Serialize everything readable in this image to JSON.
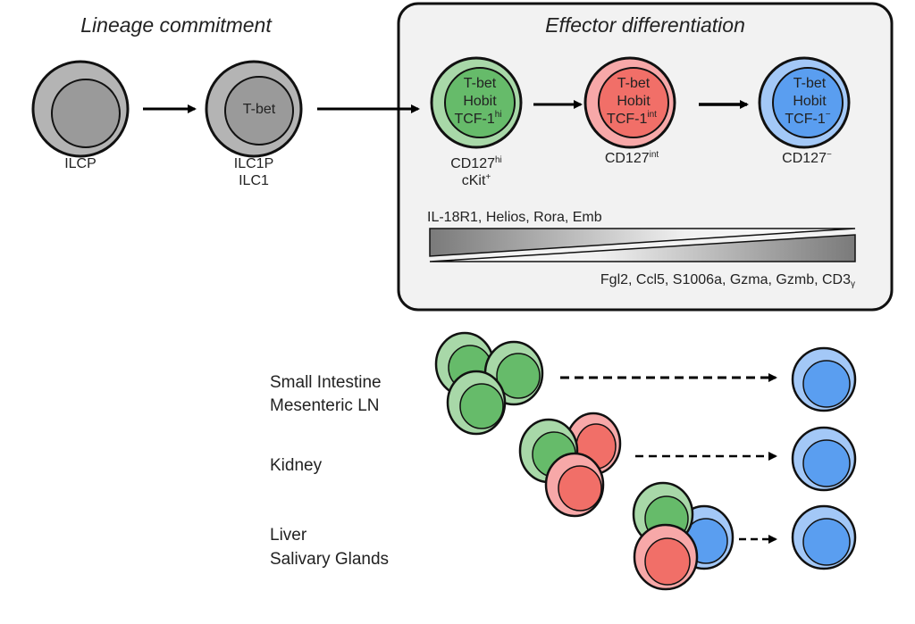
{
  "sections": {
    "lineage_title": "Lineage commitment",
    "effector_title": "Effector differentiation"
  },
  "lineage_cells": [
    {
      "id": "ilcp",
      "inner_text": "",
      "labels": [
        "ILCP"
      ]
    },
    {
      "id": "ilc1p",
      "inner_text": "T-bet",
      "labels": [
        "ILC1P",
        "ILC1"
      ]
    }
  ],
  "effector_cells": [
    {
      "id": "green",
      "lines": [
        "T-bet",
        "Hobit",
        "TCF-1"
      ],
      "tcf_sup": "hi",
      "marker": "CD127",
      "marker_sup": "hi",
      "marker2": "cKit",
      "marker2_sup": "+"
    },
    {
      "id": "red",
      "lines": [
        "T-bet",
        "Hobit",
        "TCF-1"
      ],
      "tcf_sup": "int",
      "marker": "CD127",
      "marker_sup": "int"
    },
    {
      "id": "blue",
      "lines": [
        "T-bet",
        "Hobit",
        "TCF-1"
      ],
      "tcf_sup": "−",
      "marker": "CD127",
      "marker_sup": "−"
    }
  ],
  "gradient": {
    "decreasing_genes": "IL-18R1, Helios, Rora, Emb",
    "increasing_genes": "Fgl2, Ccl5, S1006a, Gzma, Gzmb, CD3",
    "increasing_genes_sub": "γ"
  },
  "tissues": [
    {
      "lines": [
        "Small Intestine",
        "Mesenteric LN"
      ]
    },
    {
      "lines": [
        "Kidney"
      ]
    },
    {
      "lines": [
        "Liver",
        "Salivary Glands"
      ]
    }
  ],
  "colors": {
    "gray_outer": "#b4b4b4",
    "gray_inner": "#9a9a9a",
    "green_outer": "#a8d8a8",
    "green_inner": "#66bb6a",
    "red_outer": "#f7a8a8",
    "red_inner": "#f16f68",
    "blue_outer": "#a3c8f7",
    "blue_inner": "#5a9ef0",
    "panel_bg": "#f2f2f2"
  }
}
